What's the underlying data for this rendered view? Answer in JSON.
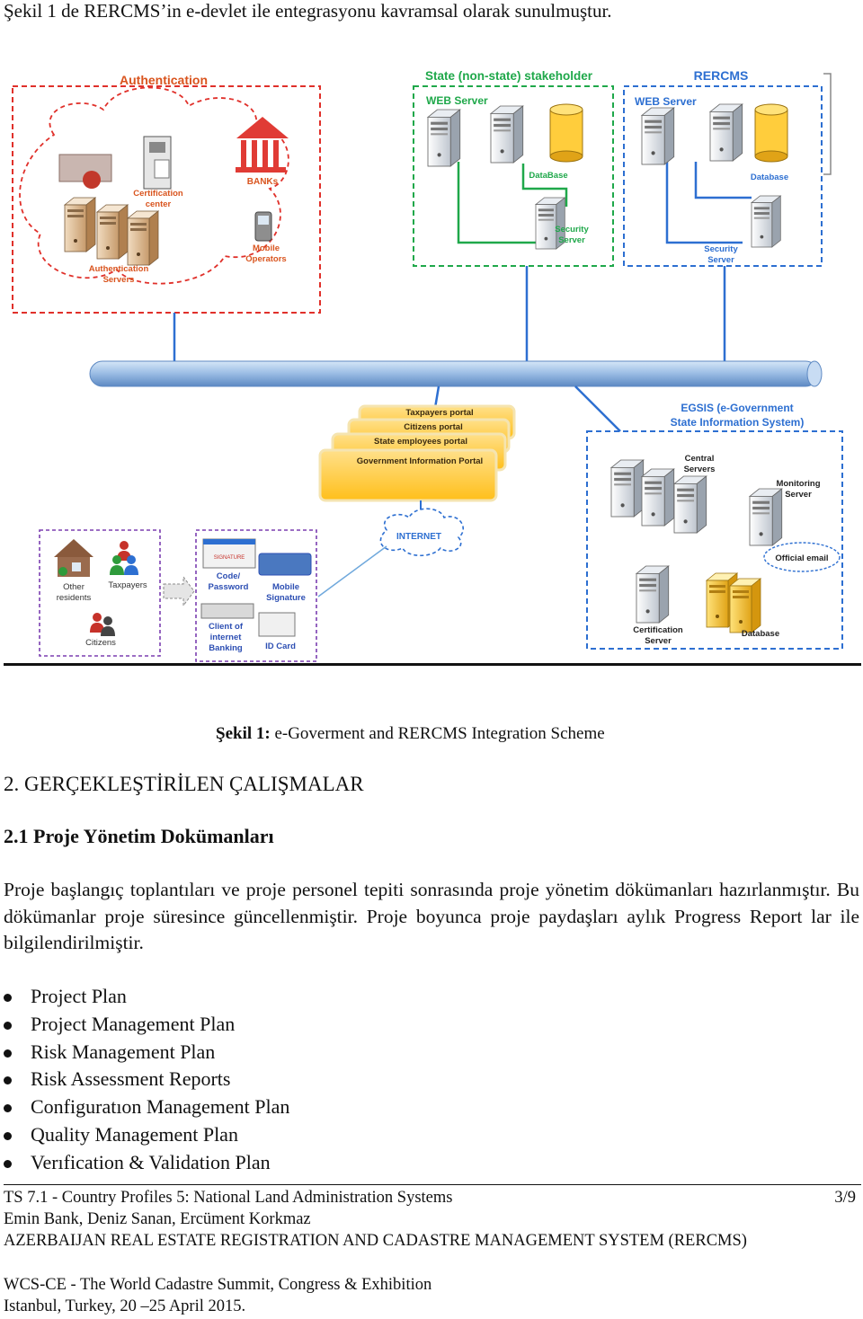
{
  "intro": "Şekil 1 de RERCMS’in e-devlet ile entegrasyonu kavramsal olarak sunulmuştur.",
  "figure": {
    "authentication": {
      "title": "Authentication",
      "cert_center_1": "Certification",
      "cert_center_2": "center",
      "banks": "BANKs",
      "auth_servers_1": "Authentication",
      "auth_servers_2": "Servers",
      "mobile_ops_1": "Mobile",
      "mobile_ops_2": "Operators"
    },
    "stakeholder": {
      "title": "State (non-state) stakeholder",
      "web_server": "WEB Server",
      "database": "DataBase",
      "security_1": "Security",
      "security_2": "Server"
    },
    "rercms": {
      "title": "RERCMS",
      "web_server": "WEB Server",
      "database": "Database",
      "security_1": "Security",
      "security_2": "Server"
    },
    "portals": {
      "taxpayers": "Taxpayers portal",
      "citizens": "Citizens portal",
      "state_employees": "State employees portal",
      "gov_info": "Government Information Portal"
    },
    "internet": "INTERNET",
    "egsis": {
      "title_1": "EGSIS (e-Government",
      "title_2": "State Information System)",
      "central_1": "Central",
      "central_2": "Servers",
      "monitoring_1": "Monitoring",
      "monitoring_2": "Server",
      "official_email": "Official email",
      "cert_1": "Certification",
      "cert_2": "Server",
      "database": "Database"
    },
    "users": {
      "other_1": "Other",
      "other_2": "residents",
      "taxpayers": "Taxpayers",
      "citizens": "Citizens"
    },
    "access": {
      "code_1": "Code/",
      "code_2": "Password",
      "mobile_1": "Mobile",
      "mobile_2": "Signature",
      "client_1": "Client of",
      "client_2": "internet",
      "client_3": "Banking",
      "id_card": "ID Card",
      "signature_label": "SIGNATURE"
    }
  },
  "caption": {
    "label": "Şekil 1:",
    "text": " e-Goverment and RERCMS Integration Scheme"
  },
  "heading2": "2.  GERÇEKLEŞTİRİLEN ÇALIŞMALAR",
  "heading3": "2.1  Proje Yönetim Dokümanları",
  "paragraph": "Proje başlangıç toplantıları ve proje personel tepiti sonrasında proje yönetim dökümanları hazırlanmıştır. Bu dökümanlar proje süresince güncellenmiştir. Proje boyunca proje paydaşları aylık Progress Report lar ile bilgilendirilmiştir.",
  "list": [
    "Project Plan",
    "Project Management Plan",
    "Risk Management Plan",
    "Risk Assessment Reports",
    "Configuratıon Management Plan",
    "Quality Management Plan",
    "Verıfication & Validation Plan"
  ],
  "footer": {
    "line1": "TS 7.1 - Country Profiles 5: National Land Administration Systems",
    "line2": "Emin Bank, Deniz Sanan, Ercüment Korkmaz",
    "line3": "AZERBAIJAN REAL ESTATE REGISTRATION AND CADASTRE MANAGEMENT SYSTEM (RERCMS)",
    "line4": "WCS-CE - The World Cadastre Summit, Congress & Exhibition",
    "line5": "Istanbul, Turkey, 20 –25 April 2015.",
    "page": "3/9"
  },
  "colors": {
    "red": "#e0302a",
    "green": "#1fa84a",
    "blue": "#2d6fd1",
    "orange_label": "#d9541e",
    "portal_yellow": "#ffc21a",
    "pipe": "#9fc0e6"
  }
}
